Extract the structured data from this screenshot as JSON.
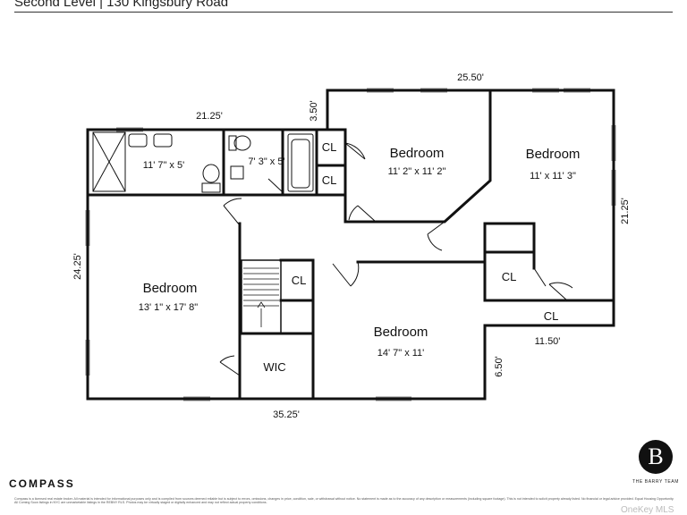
{
  "header": {
    "title": "Second Level | 130 Kingsbury Road"
  },
  "rooms": {
    "bath_main": {
      "dim": "11' 7\" x 5'"
    },
    "bath_small": {
      "dim": "7' 3\" x 5'"
    },
    "bedroom_center": {
      "name": "Bedroom",
      "dim": "11' 2\" x 11' 2\""
    },
    "bedroom_right": {
      "name": "Bedroom",
      "dim": "11' x 11' 3\""
    },
    "bedroom_left": {
      "name": "Bedroom",
      "dim": "13' 1\" x 17' 8\""
    },
    "bedroom_bottom": {
      "name": "Bedroom",
      "dim": "14' 7\" x 11'"
    },
    "wic": {
      "name": "WIC"
    },
    "closets": {
      "cl1": "CL",
      "cl2": "CL",
      "cl3": "CL",
      "cl4": "CL",
      "cl5": "CL"
    }
  },
  "exterior_dims": {
    "top_left": "21.25'",
    "top_right": "25.50'",
    "notch": "3.50'",
    "left": "24.25'",
    "right": "21.25'",
    "bottom": "35.25'",
    "step_horizontal": "11.50'",
    "step_vertical": "6.50'"
  },
  "footer": {
    "brand": "COMPASS",
    "disclaimer": "Compass is a licensed real estate broker. All material is intended for informational purposes only and is compiled from sources deemed reliable but is subject to errors, omissions, changes in price, condition, sale, or withdrawal without notice. No statement is made as to the accuracy of any description or measurements (including square footage). This is not intended to solicit property already listed. No financial or legal advice provided. Equal Housing Opportunity. All Coming Soon listings in NYC are unmarketable listings in the REBNY RLS. Photos may be virtually staged or digitally enhanced and may not reflect actual property conditions.",
    "logo_letter": "B",
    "team_name": "THE BARRY TEAM",
    "watermark": "OneKey MLS"
  }
}
